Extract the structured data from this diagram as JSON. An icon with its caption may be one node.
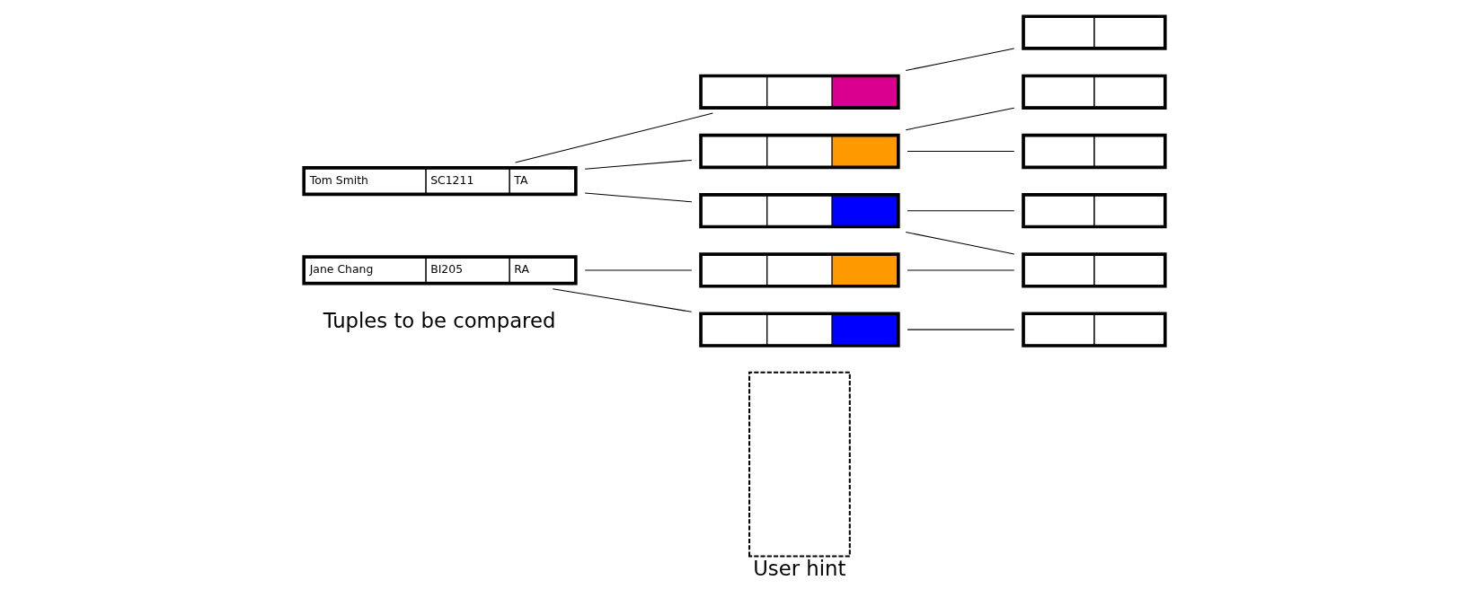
{
  "diagram": {
    "nodes": [
      {
        "text": [
          "Tom Smith",
          "SC1211",
          "TA"
        ]
      },
      {
        "text": [
          "Jane Chang",
          "BI205",
          "RA"
        ]
      },
      {
        "text": [],
        "shape": "box"
      },
      {
        "text": [],
        "shape": "box"
      },
      {
        "text": [],
        "shape": "box"
      },
      {
        "text": [],
        "shape": "box"
      },
      {
        "text": [],
        "shape": "box"
      },
      {
        "text": [],
        "shape": "box"
      },
      {
        "text": [],
        "shape": "box"
      },
      {
        "text": [],
        "shape": "box"
      },
      {
        "text": [],
        "shape": "box"
      },
      {
        "text": [],
        "shape": "box"
      },
      {
        "text": [],
        "shape": "box"
      },
      {
        "text": [
          "User hint"
        ]
      }
    ],
    "edges": [
      {
        "from": 0,
        "to": 2,
        "arrow": "none"
      },
      {
        "from": 0,
        "to": 3,
        "arrow": "none"
      },
      {
        "from": 0,
        "to": 4,
        "arrow": "none"
      },
      {
        "from": 1,
        "to": 5,
        "arrow": "none"
      },
      {
        "from": 1,
        "to": 6,
        "arrow": "none"
      },
      {
        "from": 2,
        "to": 7,
        "arrow": "none"
      },
      {
        "from": 3,
        "to": 8,
        "arrow": "none"
      },
      {
        "from": 3,
        "to": 9,
        "arrow": "none"
      },
      {
        "from": 4,
        "to": 10,
        "arrow": "none"
      },
      {
        "from": 4,
        "to": 11,
        "arrow": "none"
      },
      {
        "from": 5,
        "to": 11,
        "arrow": "none"
      },
      {
        "from": 6,
        "to": 12,
        "arrow": "none"
      }
    ],
    "labels": [
      "Tuples to be compared"
    ]
  }
}
